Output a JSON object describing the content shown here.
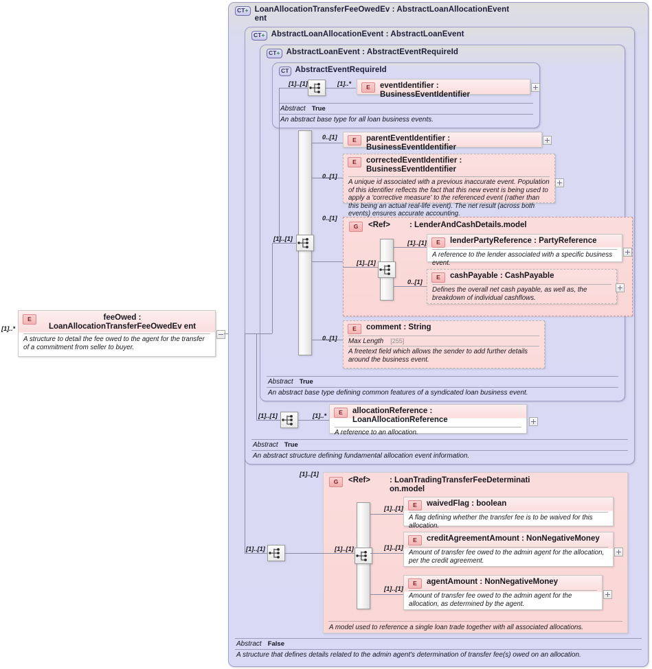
{
  "diagram": {
    "kind": "xsd-schema-diagram",
    "root_element": {
      "badge": "E",
      "name": "feeOwed : LoanAllocationTransferFeeOwedEv",
      "name_cont": "ent",
      "doc": "A structure to detail the fee owed to the agent for the transfer of a commitment from seller to buyer.",
      "cardinality": "[1]..*",
      "toggle": "collapse-minus"
    },
    "types": [
      {
        "badge": "CT",
        "plus": "+",
        "title": "LoanAllocationTransferFeeOwedEv",
        "title_cont": "ent",
        "type_ref": " : AbstractLoanAllocationEvent",
        "abstract_key": "Abstract",
        "abstract_value": "False",
        "doc": "A structure that defines details related to the admin agent's determination of transfer fee(s) owed on an allocation."
      },
      {
        "badge": "CT",
        "plus": "+",
        "title": "AbstractLoanAllocationEvent : AbstractLoanEvent",
        "abstract_key": "Abstract",
        "abstract_value": "True",
        "doc": "An abstract structure defining fundamental allocation event information."
      },
      {
        "badge": "CT",
        "plus": "+",
        "title": "AbstractLoanEvent : AbstractEventRequireId",
        "abstract_key": "Abstract",
        "abstract_value": "True",
        "doc": "An abstract base type defining common features of a syndicated loan business event."
      },
      {
        "badge": "CT",
        "plus": "",
        "title": "AbstractEventRequireId",
        "abstract_key": "Abstract",
        "abstract_value": "True",
        "doc": "An abstract base type for all loan business events."
      }
    ],
    "elements": {
      "eventIdentifier": {
        "badge": "E",
        "name": "eventIdentifier : BusinessEventIdentifier",
        "cardinality": "[1]..*",
        "seq_cardinality": "[1]..[1]"
      },
      "parentEventIdentifier": {
        "badge": "E",
        "name": "parentEventIdentifier : BusinessEventIdentifier",
        "cardinality": "0..[1]"
      },
      "correctedEventIdentifier": {
        "badge": "E",
        "name": "correctedEventIdentifier : BusinessEventIdentifier",
        "doc": "A unique id associated with a previous inaccurate event. Population of this identifier reflects the fact that this new event is being used to apply a 'corrective measure' to the referenced event (rather than this being an actual real-life event). The net result (across both events) ensures accurate accounting.",
        "cardinality": "0..[1]"
      },
      "comment": {
        "badge": "E",
        "name": "comment : String",
        "facet_key": "Max Length",
        "facet_value": "[255]",
        "doc": "A freetext field which allows the sender to add further details around the business event.",
        "cardinality": "0..[1]"
      },
      "allocationReference": {
        "badge": "E",
        "name": "allocationReference : LoanAllocationReference",
        "doc": "A reference to an allocation.",
        "cardinality": "[1]..*",
        "seq_cardinality": "[1]..[1]"
      },
      "lenderPartyReference": {
        "badge": "E",
        "name": "lenderPartyReference : PartyReference",
        "doc": "A reference to the lender associated with a specific business event.",
        "cardinality": "[1]..[1]"
      },
      "cashPayable": {
        "badge": "E",
        "name": "cashPayable : CashPayable",
        "doc": "Defines the overall net cash payable, as well as, the breakdown of individual cashflows.",
        "cardinality": "0..[1]"
      },
      "waivedFlag": {
        "badge": "E",
        "name": "waivedFlag : boolean",
        "doc": "A flag defining whether the transfer fee is to be waived for this allocation.",
        "cardinality": "[1]..[1]"
      },
      "creditAgreementAmount": {
        "badge": "E",
        "name": "creditAgreementAmount : NonNegativeMoney",
        "doc": "Amount of transfer fee owed to the admin agent for the allocation, per the credit agreement.",
        "cardinality": "[1]..[1]"
      },
      "agentAmount": {
        "badge": "E",
        "name": "agentAmount : NonNegativeMoney",
        "doc": "Amount of transfer fee owed to the admin agent for the allocation, as determined by the agent.",
        "cardinality": "[1]..[1]"
      }
    },
    "groups": {
      "lenderAndCashDetails": {
        "badge": "G",
        "ref_label": "<Ref>",
        "name": " : LenderAndCashDetails.model",
        "cardinality": "0..[1]",
        "seq_cardinality": "[1]..[1]"
      },
      "loanTradingTransferFeeDetermination": {
        "badge": "G",
        "ref_label": "<Ref>",
        "name": " : LoanTradingTransferFeeDeterminati",
        "name_cont": "on.model",
        "doc": "A model used to reference a single loan trade together with all associated allocations.",
        "cardinality": "[1]..[1]",
        "outer_cardinality": "[1]..[1]",
        "seq_cardinality": "[1]..[1]"
      }
    },
    "compositors": {
      "inner_event_sequence": {
        "icon": "sequence-icon",
        "cardinality": "[1]..[1]"
      },
      "loan_event_sequence": {
        "icon": "sequence-icon",
        "cardinality": "[1]..[1]"
      },
      "allocation_sequence": {
        "icon": "sequence-icon",
        "cardinality": "[1]..[1]"
      },
      "group_lender_sequence": {
        "icon": "sequence-icon",
        "cardinality": "[1]..[1]"
      },
      "root_sequence": {
        "icon": "sequence-icon",
        "cardinality": "[1]..[1]"
      },
      "fee_group_sequence": {
        "icon": "sequence-icon",
        "cardinality": "[1]..[1]"
      }
    },
    "colors": {
      "type_bg": "#dcdcf4",
      "type_border": "#9d9dc6",
      "element_bg": "#fbdddd",
      "element_border": "#c9c9c9",
      "group_bg": "#fad6d6",
      "connector": "#8a8aa5",
      "badge_ct_text": "#2c2c55",
      "badge_e_text": "#7a2020"
    }
  }
}
